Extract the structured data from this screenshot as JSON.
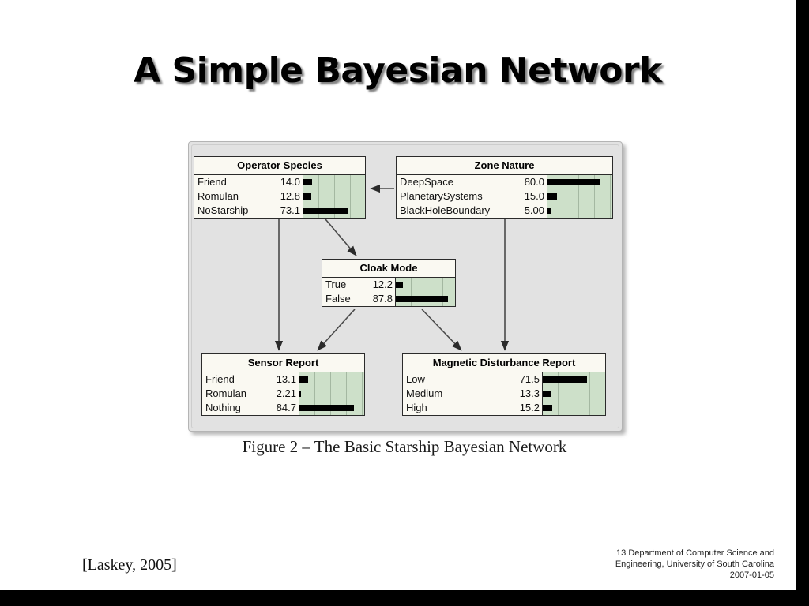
{
  "slide": {
    "title": "A Simple Bayesian Network",
    "citation": "[Laskey, 2005]",
    "caption": "Figure 2 – The Basic Starship Bayesian Network",
    "footer": {
      "line1": "13 Department of Computer Science and",
      "line2": "Engineering, University of South Carolina",
      "line3": "2007-01-05"
    }
  },
  "colors": {
    "bar_fill": "#000000",
    "bar_background": "#cde0c9",
    "node_background": "#faf9f2",
    "panel_background": "#e2e2e2",
    "border": "#2b2b2b"
  },
  "chart_data": {
    "type": "bar",
    "title": "Figure 2 – The Basic Starship Bayesian Network",
    "xlabel": "",
    "ylabel": "",
    "xlim": [
      0,
      100
    ],
    "grid": true,
    "legend": "none",
    "nodes": [
      {
        "id": "operator-species",
        "title": "Operator Species",
        "categories": [
          "Friend",
          "Romulan",
          "NoStarship"
        ],
        "values": [
          14.0,
          12.8,
          73.1
        ],
        "labels": [
          "14.0",
          "12.8",
          "73.1"
        ]
      },
      {
        "id": "zone-nature",
        "title": "Zone Nature",
        "categories": [
          "DeepSpace",
          "PlanetarySystems",
          "BlackHoleBoundary"
        ],
        "values": [
          80.0,
          15.0,
          5.0
        ],
        "labels": [
          "80.0",
          "15.0",
          "5.00"
        ]
      },
      {
        "id": "cloak-mode",
        "title": "Cloak Mode",
        "categories": [
          "True",
          "False"
        ],
        "values": [
          12.2,
          87.8
        ],
        "labels": [
          "12.2",
          "87.8"
        ]
      },
      {
        "id": "sensor-report",
        "title": "Sensor Report",
        "categories": [
          "Friend",
          "Romulan",
          "Nothing"
        ],
        "values": [
          13.1,
          2.21,
          84.7
        ],
        "labels": [
          "13.1",
          "2.21",
          "84.7"
        ]
      },
      {
        "id": "magnetic-disturbance-report",
        "title": "Magnetic Disturbance Report",
        "categories": [
          "Low",
          "Medium",
          "High"
        ],
        "values": [
          71.5,
          13.3,
          15.2
        ],
        "labels": [
          "71.5",
          "13.3",
          "15.2"
        ]
      }
    ],
    "edges": [
      {
        "from": "zone-nature",
        "to": "operator-species"
      },
      {
        "from": "operator-species",
        "to": "cloak-mode"
      },
      {
        "from": "operator-species",
        "to": "sensor-report"
      },
      {
        "from": "cloak-mode",
        "to": "sensor-report"
      },
      {
        "from": "cloak-mode",
        "to": "magnetic-disturbance-report"
      },
      {
        "from": "zone-nature",
        "to": "magnetic-disturbance-report"
      }
    ]
  }
}
